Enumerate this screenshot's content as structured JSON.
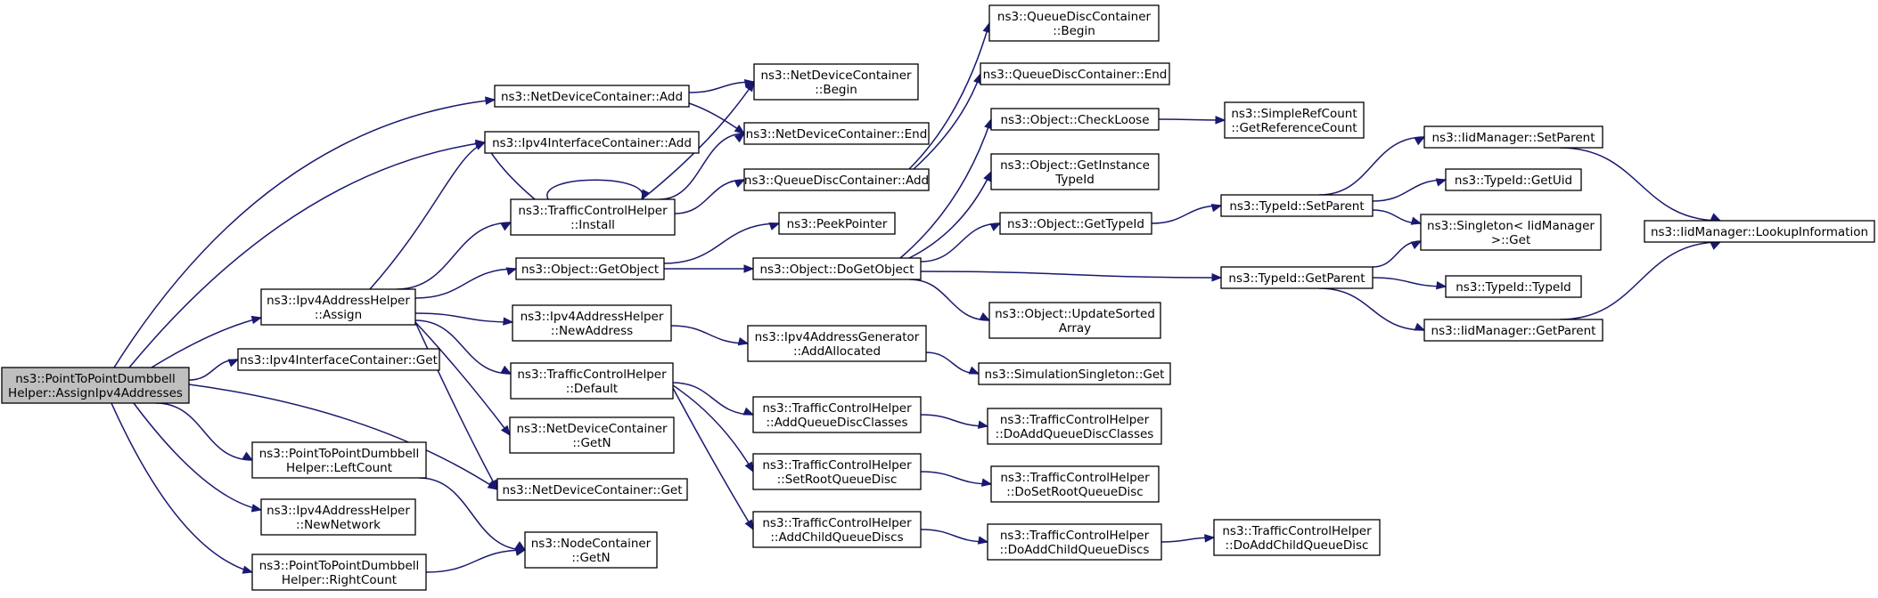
{
  "colors": {
    "edge": "#191970",
    "root_fill": "#bfbfbf",
    "node_fill": "#ffffff",
    "border": "#000000"
  },
  "nodes": {
    "root": [
      "ns3::PointToPointDumbbell",
      "Helper::AssignIpv4Addresses"
    ],
    "ndcAdd": [
      "ns3::NetDeviceContainer::Add"
    ],
    "ifcAdd": [
      "ns3::Ipv4InterfaceContainer::Add"
    ],
    "tchInstall": [
      "ns3::TrafficControlHelper",
      "::Install"
    ],
    "objGetObj": [
      "ns3::Object::GetObject"
    ],
    "aAssign": [
      "ns3::Ipv4AddressHelper",
      "::Assign"
    ],
    "ifcGet": [
      "ns3::Ipv4InterfaceContainer::Get"
    ],
    "newAddr": [
      "ns3::Ipv4AddressHelper",
      "::NewAddress"
    ],
    "tchDefault": [
      "ns3::TrafficControlHelper",
      "::Default"
    ],
    "ndcGetN": [
      "ns3::NetDeviceContainer",
      "::GetN"
    ],
    "ndcGet": [
      "ns3::NetDeviceContainer::Get"
    ],
    "leftCount": [
      "ns3::PointToPointDumbbell",
      "Helper::LeftCount"
    ],
    "newNet": [
      "ns3::Ipv4AddressHelper",
      "::NewNetwork"
    ],
    "rightCount": [
      "ns3::PointToPointDumbbell",
      "Helper::RightCount"
    ],
    "nodeGetN": [
      "ns3::NodeContainer",
      "::GetN"
    ],
    "ndcBegin": [
      "ns3::NetDeviceContainer",
      "::Begin"
    ],
    "ndcEnd": [
      "ns3::NetDeviceContainer::End"
    ],
    "qdcAdd": [
      "ns3::QueueDiscContainer::Add"
    ],
    "peek": [
      "ns3::PeekPointer"
    ],
    "doGetObj": [
      "ns3::Object::DoGetObject"
    ],
    "addrGenAlloc": [
      "ns3::Ipv4AddressGenerator",
      "::AddAllocated"
    ],
    "addQDClasses": [
      "ns3::TrafficControlHelper",
      "::AddQueueDiscClasses"
    ],
    "setRootQD": [
      "ns3::TrafficControlHelper",
      "::SetRootQueueDisc"
    ],
    "addChildQD": [
      "ns3::TrafficControlHelper",
      "::AddChildQueueDiscs"
    ],
    "qdcBegin": [
      "ns3::QueueDiscContainer",
      "::Begin"
    ],
    "qdcEnd": [
      "ns3::QueueDiscContainer::End"
    ],
    "checkLoose": [
      "ns3::Object::CheckLoose"
    ],
    "instTypeId": [
      "ns3::Object::GetInstance",
      "TypeId"
    ],
    "getTypeId": [
      "ns3::Object::GetTypeId"
    ],
    "updSorted": [
      "ns3::Object::UpdateSorted",
      "Array"
    ],
    "simSingGet": [
      "ns3::SimulationSingleton::Get"
    ],
    "doAddQDC": [
      "ns3::TrafficControlHelper",
      "::DoAddQueueDiscClasses"
    ],
    "doSetRoot": [
      "ns3::TrafficControlHelper",
      "::DoSetRootQueueDisc"
    ],
    "doAddChildQDs": [
      "ns3::TrafficControlHelper",
      "::DoAddChildQueueDiscs"
    ],
    "refCount": [
      "ns3::SimpleRefCount",
      "::GetReferenceCount"
    ],
    "tidSetParent": [
      "ns3::TypeId::SetParent"
    ],
    "tidGetParent": [
      "ns3::TypeId::GetParent"
    ],
    "doAddChildQD": [
      "ns3::TrafficControlHelper",
      "::DoAddChildQueueDisc"
    ],
    "iidSetParent": [
      "ns3::IidManager::SetParent"
    ],
    "tidGetUid": [
      "ns3::TypeId::GetUid"
    ],
    "singletonGet": [
      "ns3::Singleton< IidManager",
      " >::Get"
    ],
    "tidTypeId": [
      "ns3::TypeId::TypeId"
    ],
    "iidGetParent": [
      "ns3::IidManager::GetParent"
    ],
    "iidLookup": [
      "ns3::IidManager::LookupInformation"
    ]
  }
}
